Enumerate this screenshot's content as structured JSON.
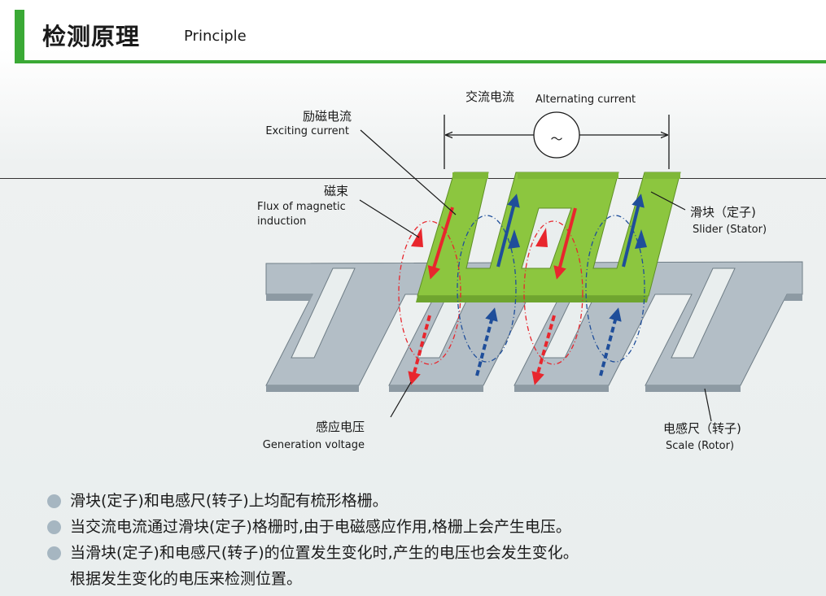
{
  "header": {
    "title_cn": "检测原理",
    "title_en": "Principle"
  },
  "colors": {
    "accent": "#3aa935",
    "slider": "#8cc63f",
    "scale": "#b3bec6",
    "arrow_red": "#e8262d",
    "arrow_blue": "#1f4e9a",
    "bullet_dot": "#a6b6c1"
  },
  "labels": {
    "alternating_current": {
      "cn": "交流电流",
      "en": "Alternating current"
    },
    "exciting_current": {
      "cn": "励磁电流",
      "en": "Exciting current"
    },
    "flux": {
      "cn": "磁束",
      "en_line1": "Flux of magnetic",
      "en_line2": "induction"
    },
    "slider": {
      "cn": "滑块（定子)",
      "en": "Slider (Stator)"
    },
    "generation_voltage": {
      "cn": "感应电压",
      "en": "Generation voltage"
    },
    "scale": {
      "cn": "电感尺（转子)",
      "en": "Scale (Rotor)"
    },
    "ac_symbol": "～"
  },
  "bullets": [
    {
      "lines": [
        "滑块(定子)和电感尺(转子)上均配有梳形格栅。"
      ]
    },
    {
      "lines": [
        "当交流电流通过滑块(定子)格栅时,由于电磁感应作用,格栅上会产生电压。"
      ]
    },
    {
      "lines": [
        "当滑块(定子)和电感尺(转子)的位置发生变化时,产生的电压也会发生变化。",
        "根据发生变化的电压来检测位置。"
      ]
    }
  ]
}
